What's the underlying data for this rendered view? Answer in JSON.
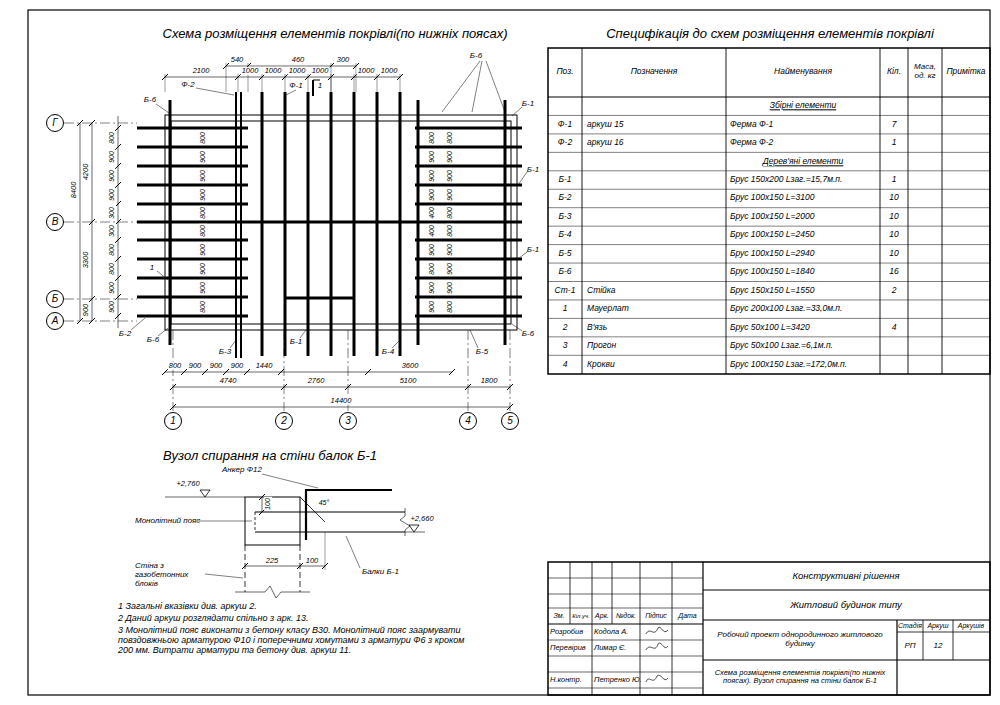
{
  "diagram": {
    "title": "Схема розміщення елементів покрівлі(по нижніх поясах)",
    "nodes": [
      {
        "text": [
          "Г"
        ]
      },
      {
        "text": [
          "В"
        ]
      },
      {
        "text": [
          "Б"
        ]
      },
      {
        "text": [
          "А"
        ]
      },
      {
        "text": [
          "1"
        ]
      },
      {
        "text": [
          "2"
        ]
      },
      {
        "text": [
          "3"
        ]
      },
      {
        "text": [
          "4"
        ]
      },
      {
        "text": [
          "5"
        ]
      }
    ],
    "labels": [
      "Специфікація до схем розміщення елементів покрівлі",
      "Вузол спирання на стіни балок Б-1",
      "540",
      "460",
      "300",
      "2100",
      "1000",
      "1000",
      "1000",
      "1000",
      "1000",
      "1000",
      "Ф-2",
      "Ф-1",
      "1",
      "Б-6",
      "Б-6",
      "Б-1",
      "Б-1",
      "Б-1",
      "1",
      "Б-2",
      "Б-6",
      "Б-3",
      "Б-1",
      "Б-4",
      "Б-5",
      "Б-6",
      "4200",
      "3300",
      "900",
      "8400",
      "800",
      "900",
      "900",
      "900",
      "1440",
      "3600",
      "4740",
      "2760",
      "5100",
      "1800",
      "14400",
      "800",
      "900",
      "900",
      "900",
      "300",
      "300",
      "800",
      "800",
      "900",
      "900",
      "800",
      "900",
      "900",
      "900",
      "800",
      "800",
      "900",
      "900",
      "900",
      "800",
      "800",
      "900",
      "900",
      "900",
      "400",
      "400",
      "900",
      "800",
      "900",
      "900",
      "800",
      "900",
      "900",
      "900",
      "800",
      "800",
      "900",
      "900",
      "900",
      "800",
      "Анкер Ф12",
      "+2,760",
      "+2,660",
      "Монолітний пояс",
      "100",
      "45°",
      "225",
      "100",
      "Стіна з газобетонних блоків",
      "Балки Б-1",
      "1 Загальні вказівки див. аркуш 2.",
      "2 Даний аркуш розглядати спільно з арк. 13.",
      "3 Монолітний пояс виконати з бетону класу В30. Монолітний пояс заармувати повздовжньою арматурою Ф10 і поперечними хомутами з арматури Ф6 з кроком 200 мм. Витрати арматури та бетону див. аркуш 11.",
      "Поз.",
      "Позначення",
      "Найменування",
      "Кіл.",
      "Маса, од. кг",
      "Примітка",
      "Збірні елементи",
      "Ф-1",
      "аркуш 15",
      "Ферма Ф-1",
      "7",
      "Ф-2",
      "аркуш 16",
      "Ферма Ф-2",
      "1",
      "Дерев'яні елементи",
      "Б-1",
      "Брус 150х200 Lзаг.=15,7м.п.",
      "1",
      "Б-2",
      "Брус 100х150 L=3100",
      "10",
      "Б-3",
      "Брус 100х150 L=2000",
      "10",
      "Б-4",
      "Брус 100х150 L=2450",
      "10",
      "Б-5",
      "Брус 100х150 L=2940",
      "10",
      "Б-6",
      "Брус 100х150 L=1840",
      "16",
      "Ст-1",
      "Стійка",
      "Брус 150х150 L=1550",
      "2",
      "1",
      "Мауерлат",
      "Брус 200х100 Lзаг.=33,0м.п.",
      "2",
      "В'язь",
      "Брус 50х100 L=3420",
      "4",
      "3",
      "Прогон",
      "Брус 50х100 Lзаг.=6,1м.п.",
      "4",
      "Крокви",
      "Брус 100х150 Lзаг.=172,0м.п.",
      "Конструктивні рішення",
      "Житловий будинок типу",
      "Зм.",
      "Кіл.уч.",
      "Арк.",
      "№док.",
      "Підпис",
      "Дата",
      "Розробив",
      "Кодола А.",
      "Перевірив",
      "Лимар Є.",
      "Н.контр.",
      "Петренко Ю.",
      "Робочий проект однородинного житлового будинку",
      "Стадія",
      "Аркуш",
      "Аркушів",
      "РП",
      "12",
      "Схема розміщення елементів покрівлі(по нижніх поясах). Вузол спирання на стіни балок Б-1"
    ]
  }
}
